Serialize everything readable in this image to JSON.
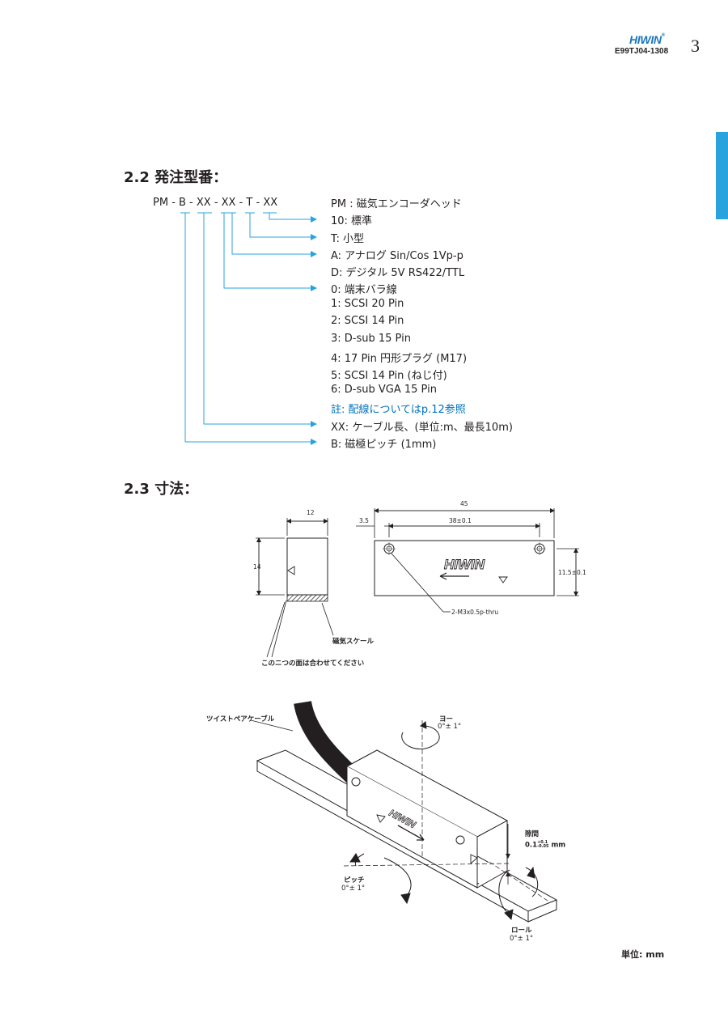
{
  "header": {
    "logo": "HIWIN",
    "logo_mark": "®",
    "doc_code": "E99TJ04-1308",
    "page_number": "3"
  },
  "section_order": {
    "heading": "2.2 発注型番：",
    "model_code": "PM - B - XX - XX - T - XX",
    "options": [
      "PM : 磁気エンコーダヘッド",
      "10: 標準",
      "T: 小型",
      "A: アナログ Sin/Cos 1Vp-p",
      "D: デジタル 5V RS422/TTL",
      "0: 端末バラ線",
      "1: SCSI 20 Pin",
      "2: SCSI 14 Pin",
      "3: D-sub 15 Pin",
      "4: 17 Pin 円形プラグ (M17)",
      "5: SCSI 14 Pin (ねじ付)",
      "6: D-sub VGA 15 Pin",
      "註: 配線についてはp.12参照",
      "XX: ケーブル長、(単位:m、最長10m)",
      "B: 磁極ピッチ (1mm)"
    ],
    "accent_color": "#29a3dd",
    "note_color": "#0072bc"
  },
  "section_dimensions": {
    "heading": "2.3 寸法：",
    "side_view": {
      "width_label": "12",
      "height_label": "14",
      "scale_label": "磁気スケール",
      "align_note": "このニつの面は合わせてください"
    },
    "front_view": {
      "length_label": "45",
      "offset_label": "3.5",
      "hole_pitch_label": "38±0.1",
      "height_label": "11.5±0.1",
      "hole_label": "2-M3x0.5p-thru",
      "logo": "HIWIN"
    },
    "iso_view": {
      "cable_label": "ツイストペアケーブル",
      "yaw_label": "ヨー",
      "yaw_value": "0°± 1°",
      "pitch_label": "ピッチ",
      "pitch_value": "0°± 1°",
      "roll_label": "ロール",
      "roll_value": "0°± 1°",
      "gap_label": "隙間",
      "gap_value": "0.1",
      "gap_tol_upper": "+0.1",
      "gap_tol_lower": "-0.05",
      "gap_unit": "mm",
      "logo": "HIWIN"
    },
    "unit_note": "単位: mm"
  }
}
